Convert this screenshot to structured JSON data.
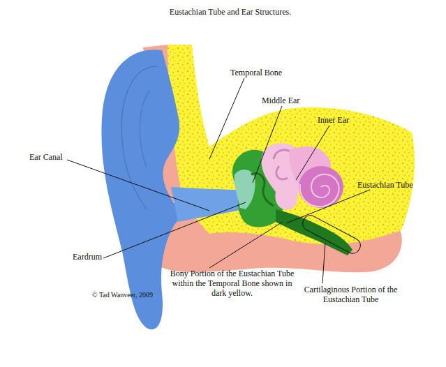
{
  "diagram": {
    "title": "Eustachian Tube and Ear Structures.",
    "labels": [
      "Temporal Bone",
      "Middle Ear",
      "Inner Ear",
      "Ear Canal",
      "Eustachian Tube",
      "Eardrum",
      "Bony Portion of the Eustachian Tube within the Temporal Bone shown in dark yellow.",
      "Cartilaginous Portion of the Eustachian Tube",
      "© Tad Wanveer, 2009"
    ]
  }
}
